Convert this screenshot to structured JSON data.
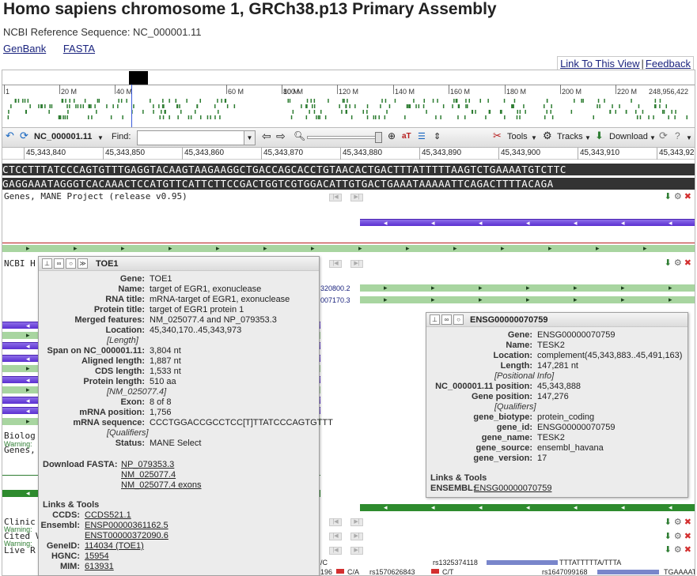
{
  "page": {
    "title": "Homo sapiens chromosome 1, GRCh38.p13 Primary Assembly",
    "subtitle": "NCBI Reference Sequence: NC_000001.11",
    "tabs": [
      "GenBank",
      "FASTA"
    ],
    "link_to_view": "Link To This View",
    "feedback": "Feedback",
    "sep": "|"
  },
  "overview": {
    "ticks": [
      "1",
      "20 M",
      "40 M",
      "60 M",
      "80 M",
      "100 M",
      "120 M",
      "140 M",
      "160 M",
      "180 M",
      "200 M",
      "220 M",
      "248,956,422"
    ]
  },
  "toolbar": {
    "accession": "NC_000001.11",
    "find_label": "Find:",
    "find_value": "",
    "tools": "Tools",
    "tracks": "Tracks",
    "download": "Download"
  },
  "coords": [
    "45,343,840",
    "45,343,850",
    "45,343,860",
    "45,343,870",
    "45,343,880",
    "45,343,890",
    "45,343,900",
    "45,343,910",
    "45,343,92"
  ],
  "sequence": {
    "forward": "CTCCTTTATCCCAGTGTTTGAGGTACAAGTAAGAAGGCTGACCAGCACCTGTAACACTGACTTTATTTTTAAGTCTGAAAATGTCTTC",
    "reverse": "GAGGAAATAGGGTCACAAACTCCATGTTCATTCTTCCGACTGGTCGTGGACATTGTGACTGAAATAAAAATTCAGACTTTTACAGA"
  },
  "tracks": {
    "genes_mane": "Genes, MANE Project (release v0.95)",
    "ncbi": "NCBI H",
    "biolog": "Biolog",
    "warning": "Warning:",
    "genes2": "Genes,",
    "clinic": "Clinic",
    "cited": "Cited V",
    "live": "Live R",
    "acc1": "320800.2",
    "acc2": "007170.3",
    "var_labels": [
      "/C",
      "196",
      "C/A",
      "rs1570626843",
      "C/T",
      "rs1325374118",
      "TTTATTTTTA/TTTA",
      "rs1647099168",
      "TGAAAAT"
    ]
  },
  "popup_toe1": {
    "title": "TOE1",
    "fields": [
      {
        "k": "Gene:",
        "v": "TOE1"
      },
      {
        "k": "Name:",
        "v": "target of EGR1, exonuclease"
      },
      {
        "k": "RNA title:",
        "v": "mRNA-target of EGR1, exonuclease"
      },
      {
        "k": "Protein title:",
        "v": "target of EGR1 protein 1"
      },
      {
        "k": "Merged features:",
        "v": "NM_025077.4 and NP_079353.3"
      },
      {
        "k": "Location:",
        "v": "45,340,170..45,343,973"
      },
      {
        "k": "",
        "v": "[Length]",
        "i": true
      },
      {
        "k": "Span on NC_000001.11:",
        "v": "3,804 nt"
      },
      {
        "k": "Aligned length:",
        "v": "1,887 nt"
      },
      {
        "k": "CDS length:",
        "v": "1,533 nt"
      },
      {
        "k": "Protein length:",
        "v": "510 aa"
      },
      {
        "k": "",
        "v": "[NM_025077.4]",
        "i": true
      },
      {
        "k": "Exon:",
        "v": "8 of 8"
      },
      {
        "k": "mRNA position:",
        "v": "1,756"
      },
      {
        "k": "mRNA sequence:",
        "v": "CCCTGGACCGCCTCC[T]TTATCCCAGTGTTT"
      },
      {
        "k": "",
        "v": "[Qualifiers]",
        "i": true
      },
      {
        "k": "Status:",
        "v": "MANE Select"
      }
    ],
    "download_label": "Download FASTA:",
    "downloads": [
      "NP_079353.3",
      "NM_025077.4",
      "NM_025077.4 exons"
    ],
    "links_title": "Links & Tools",
    "links": [
      {
        "k": "CCDS:",
        "v": "CCDS521.1"
      },
      {
        "k": "Ensembl:",
        "v": "ENSP00000361162.5"
      },
      {
        "k": "",
        "v": "ENST00000372090.6"
      },
      {
        "k": "GeneID:",
        "v": "114034 (TOE1)"
      },
      {
        "k": "HGNC:",
        "v": "15954"
      },
      {
        "k": "MIM:",
        "v": "613931"
      }
    ]
  },
  "popup_ensg": {
    "title": "ENSG00000070759",
    "fields": [
      {
        "k": "Gene:",
        "v": "ENSG00000070759"
      },
      {
        "k": "Name:",
        "v": "TESK2"
      },
      {
        "k": "Location:",
        "v": "complement(45,343,883..45,491,163)"
      },
      {
        "k": "Length:",
        "v": "147,281 nt"
      },
      {
        "k": "",
        "v": "[Positional Info]",
        "i": true
      },
      {
        "k": "NC_000001.11 position:",
        "v": "45,343,888"
      },
      {
        "k": "Gene position:",
        "v": "147,276"
      },
      {
        "k": "",
        "v": "[Qualifiers]",
        "i": true
      },
      {
        "k": "gene_biotype:",
        "v": "protein_coding"
      },
      {
        "k": "gene_id:",
        "v": "ENSG00000070759"
      },
      {
        "k": "gene_name:",
        "v": "TESK2"
      },
      {
        "k": "gene_source:",
        "v": "ensembl_havana"
      },
      {
        "k": "gene_version:",
        "v": "17"
      }
    ],
    "links_title": "Links & Tools",
    "ensembl_label": "ENSEMBL:",
    "ensembl": "ENSG00000070759"
  }
}
